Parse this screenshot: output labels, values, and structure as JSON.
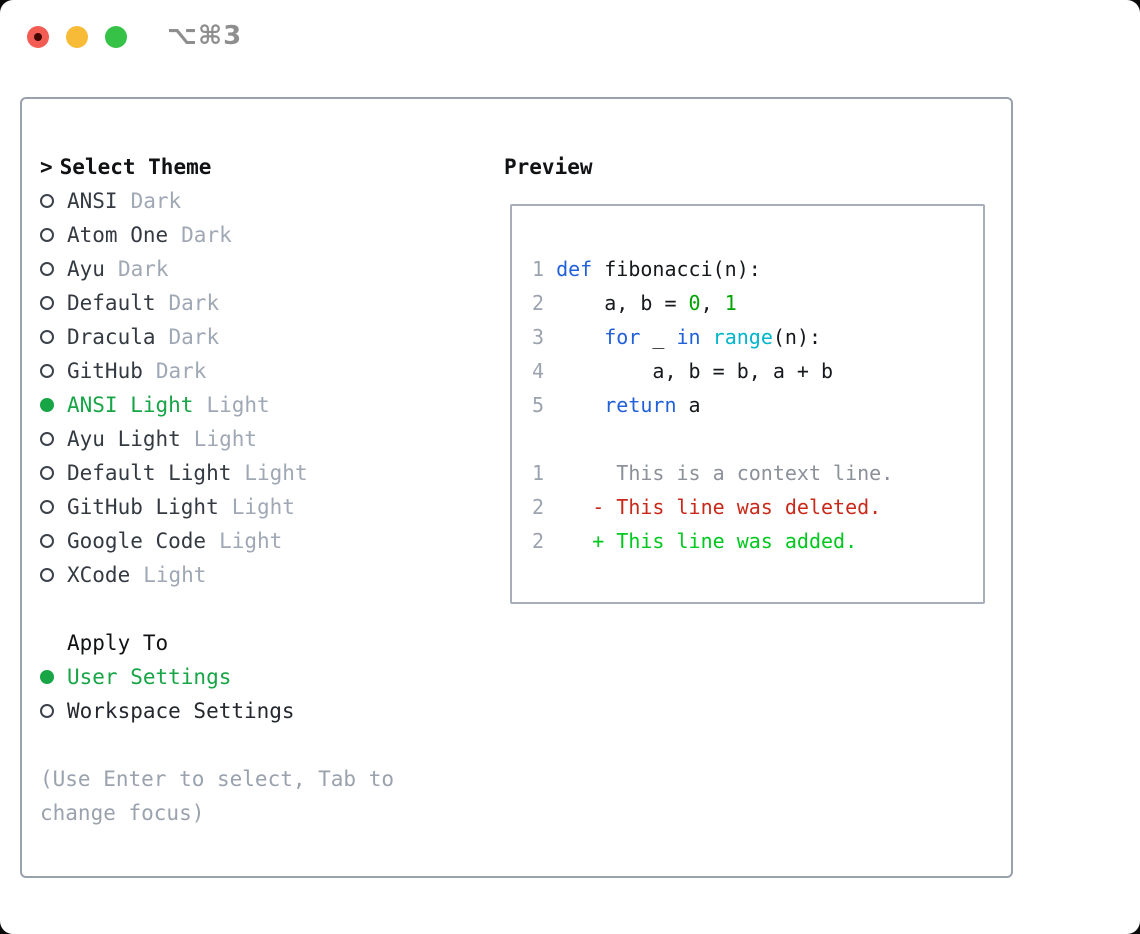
{
  "window": {
    "shortcut": "⌥⌘3",
    "traffic_lights": [
      "close",
      "minimize",
      "zoom"
    ]
  },
  "colors": {
    "traffic_red": "#f25c52",
    "traffic_yellow": "#f8bb37",
    "traffic_green": "#35c247",
    "shortcut_gray": "#8e8e8e",
    "panel_border": "#99a1ac",
    "preview_border": "#a8aeb9",
    "header_black": "#101214",
    "marker_stroke": "#3d434b",
    "accent_green": "#17a546",
    "theme_name": "#343a42",
    "tag_gray": "#9fa8b4",
    "option_label": "#23272e",
    "help_gray": "#9aa2ae",
    "line_number_gray": "#9ba3af",
    "keyword_blue": "#2160d9",
    "builtin_cyan": "#00b5cc",
    "number_green": "#00a400",
    "code_black": "#15181c",
    "context_gray": "#8b9099",
    "diff_deleted_red": "#c8291a",
    "diff_added_green": "#00c81f"
  },
  "theme_panel": {
    "prompt": ">",
    "title": "Select Theme",
    "themes": [
      {
        "name": "ANSI",
        "tag": "Dark",
        "selected": false
      },
      {
        "name": "Atom One",
        "tag": "Dark",
        "selected": false
      },
      {
        "name": "Ayu",
        "tag": "Dark",
        "selected": false
      },
      {
        "name": "Default",
        "tag": "Dark",
        "selected": false
      },
      {
        "name": "Dracula",
        "tag": "Dark",
        "selected": false
      },
      {
        "name": "GitHub",
        "tag": "Dark",
        "selected": false
      },
      {
        "name": "ANSI Light",
        "tag": "Light",
        "selected": true
      },
      {
        "name": "Ayu Light",
        "tag": "Light",
        "selected": false
      },
      {
        "name": "Default Light",
        "tag": "Light",
        "selected": false
      },
      {
        "name": "GitHub Light",
        "tag": "Light",
        "selected": false
      },
      {
        "name": "Google Code",
        "tag": "Light",
        "selected": false
      },
      {
        "name": "XCode",
        "tag": "Light",
        "selected": false
      }
    ],
    "apply_to": {
      "title": "Apply To",
      "options": [
        {
          "label": "User Settings",
          "selected": true
        },
        {
          "label": "Workspace Settings",
          "selected": false
        }
      ]
    },
    "help_text": "(Use Enter to select, Tab to change focus)"
  },
  "preview": {
    "title": "Preview",
    "lines": [
      {
        "segments": [
          {
            "t": "1 ",
            "c": "num"
          },
          {
            "t": "def",
            "c": "kw"
          },
          {
            "t": " fibonacci(n):",
            "c": "txt"
          }
        ]
      },
      {
        "segments": [
          {
            "t": "2 ",
            "c": "num"
          },
          {
            "t": "    a, b = ",
            "c": "txt"
          },
          {
            "t": "0",
            "c": "val"
          },
          {
            "t": ", ",
            "c": "txt"
          },
          {
            "t": "1",
            "c": "val"
          }
        ]
      },
      {
        "segments": [
          {
            "t": "3 ",
            "c": "num"
          },
          {
            "t": "    ",
            "c": "txt"
          },
          {
            "t": "for",
            "c": "kw"
          },
          {
            "t": " _ ",
            "c": "txt"
          },
          {
            "t": "in",
            "c": "kw"
          },
          {
            "t": " ",
            "c": "txt"
          },
          {
            "t": "range",
            "c": "fn"
          },
          {
            "t": "(n):",
            "c": "txt"
          }
        ]
      },
      {
        "segments": [
          {
            "t": "4 ",
            "c": "num"
          },
          {
            "t": "        a, b = b, a + b",
            "c": "txt"
          }
        ]
      },
      {
        "segments": [
          {
            "t": "5 ",
            "c": "num"
          },
          {
            "t": "    ",
            "c": "txt"
          },
          {
            "t": "return",
            "c": "kw"
          },
          {
            "t": " a",
            "c": "txt"
          }
        ]
      },
      {
        "segments": []
      },
      {
        "segments": [
          {
            "t": "1",
            "c": "num"
          },
          {
            "t": "      This is a context line.",
            "c": "ctx"
          }
        ]
      },
      {
        "segments": [
          {
            "t": "2",
            "c": "num"
          },
          {
            "t": "    ",
            "c": "txt"
          },
          {
            "t": "- This line was deleted.",
            "c": "del"
          }
        ]
      },
      {
        "segments": [
          {
            "t": "2",
            "c": "num"
          },
          {
            "t": "    ",
            "c": "txt"
          },
          {
            "t": "+ This line was added.",
            "c": "add"
          }
        ]
      }
    ]
  }
}
